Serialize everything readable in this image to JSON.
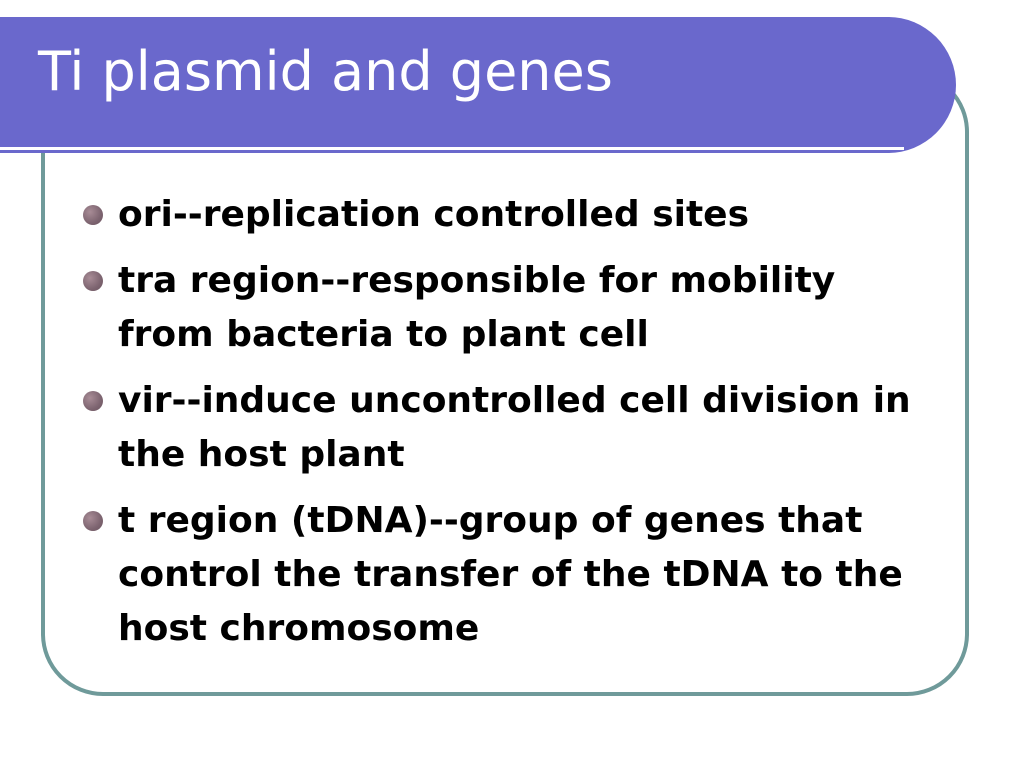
{
  "slide": {
    "title": "Ti plasmid and genes",
    "bullets": [
      {
        "text": "ori--replication controlled sites"
      },
      {
        "text": "tra region--responsible for mobility from bacteria to plant cell"
      },
      {
        "text": "vir--induce uncontrolled cell division in the host plant"
      },
      {
        "text": "t region (tDNA)--group of genes that control the transfer of the tDNA to the host chromosome"
      }
    ]
  },
  "colors": {
    "title_band": "#6a68cc",
    "frame_border": "#6f9a9a",
    "bullet_dot": "#7d6470",
    "title_text": "#ffffff",
    "body_text": "#000000"
  }
}
